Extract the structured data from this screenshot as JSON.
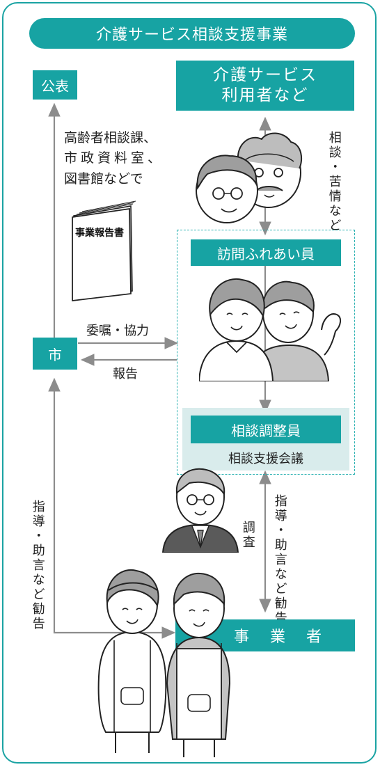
{
  "title": "介護サービス相談支援事業",
  "boxes": {
    "public": "公表",
    "users_line1": "介護サービス",
    "users_line2": "利用者など",
    "visitors": "訪問ふれあい員",
    "coordinator": "相談調整員",
    "city": "市",
    "operators": "事　業　者"
  },
  "meeting": "相談支援会議",
  "report_book": "事業報告書",
  "publish_places": [
    "高齢者相談課、",
    "市政資料室、",
    "図書館などで"
  ],
  "labels": {
    "consultation": "相談・苦情など",
    "commission": "委嘱・協力",
    "report": "報告",
    "guidance_left": "指導・助言など勧告",
    "guidance_right": "指導・助言など勧告",
    "investigation": "調査"
  },
  "colors": {
    "accent": "#17a3a3",
    "meeting_bg": "#d9ecec",
    "arrow": "#8c8c8c"
  }
}
